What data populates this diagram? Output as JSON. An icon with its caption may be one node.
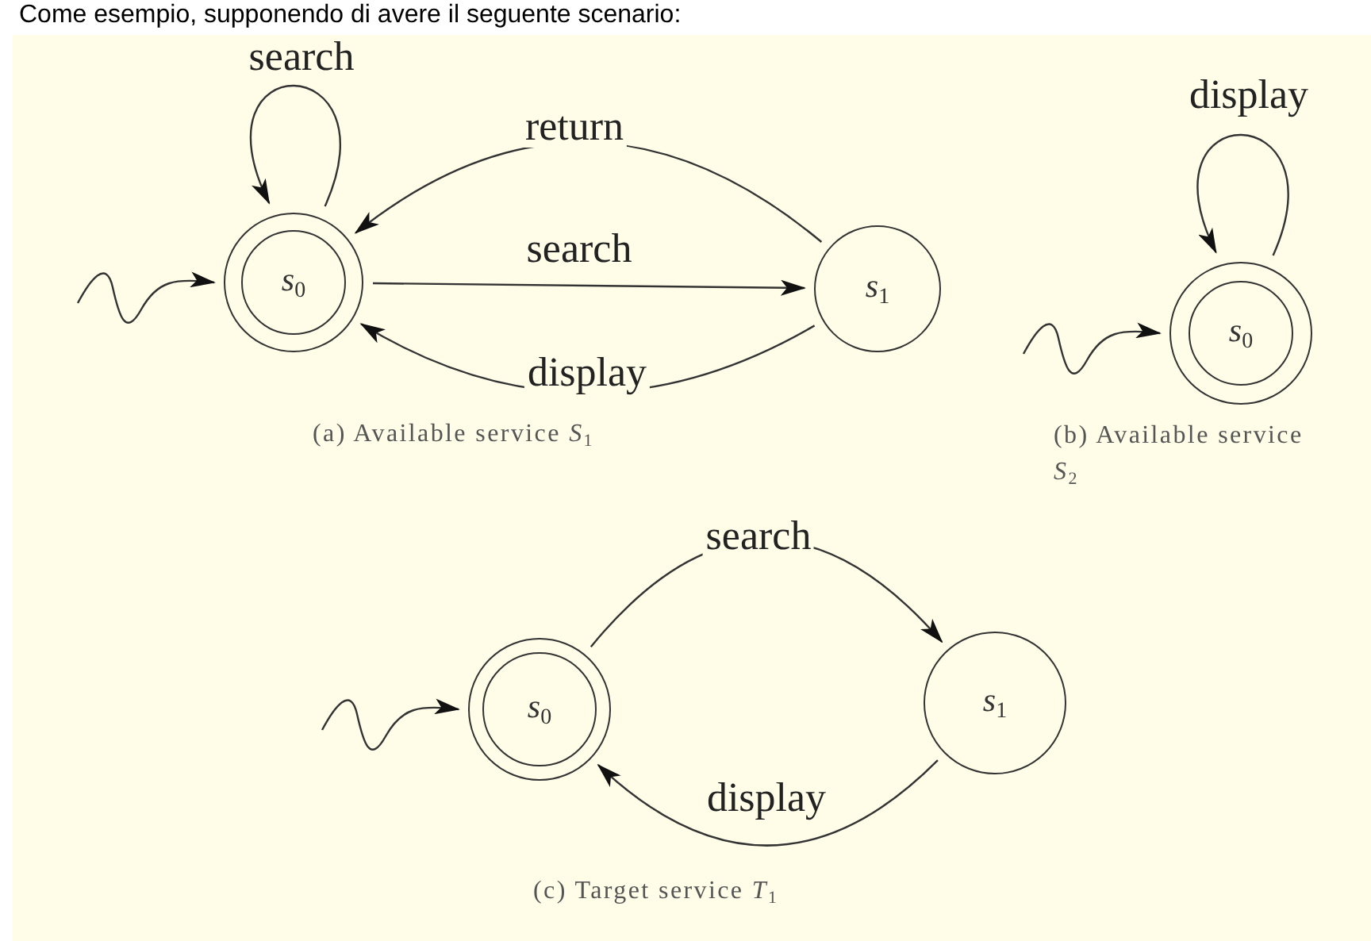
{
  "diagram": {
    "nodes": [
      {
        "text": [
          "*s*$_{0}$"
        ]
      },
      {
        "text": [
          "*s*$_{1}$"
        ]
      },
      {
        "text": [
          "*s*$_{0}$"
        ]
      },
      {
        "text": [
          "*s*$_{0}$"
        ]
      },
      {
        "text": [
          "*s*$_{1}$"
        ]
      }
    ],
    "edges": [
      {
        "from": 0,
        "to": 0,
        "arrow": "to",
        "label": "search"
      },
      {
        "from": 1,
        "to": 0,
        "arrow": "to",
        "label": "return"
      },
      {
        "from": 0,
        "to": 1,
        "arrow": "to",
        "label": "search"
      },
      {
        "from": 1,
        "to": 0,
        "arrow": "to",
        "label": "display"
      },
      {
        "from": null,
        "to": 0,
        "arrow": "to"
      },
      {
        "from": 2,
        "to": 2,
        "arrow": "to",
        "label": "display"
      },
      {
        "from": null,
        "to": 2,
        "arrow": "to"
      },
      {
        "from": 3,
        "to": 4,
        "arrow": "to",
        "label": "search"
      },
      {
        "from": 4,
        "to": 3,
        "arrow": "to",
        "label": "display"
      },
      {
        "from": null,
        "to": 3,
        "arrow": "to"
      }
    ],
    "labels": [
      "Come esempio, supponendo di avere il seguente scenario:",
      "(a) Available service *S*$_{1}$",
      "(b) Available service *S*$_{2}$",
      "(c) Target service *T*$_{1}$"
    ]
  }
}
